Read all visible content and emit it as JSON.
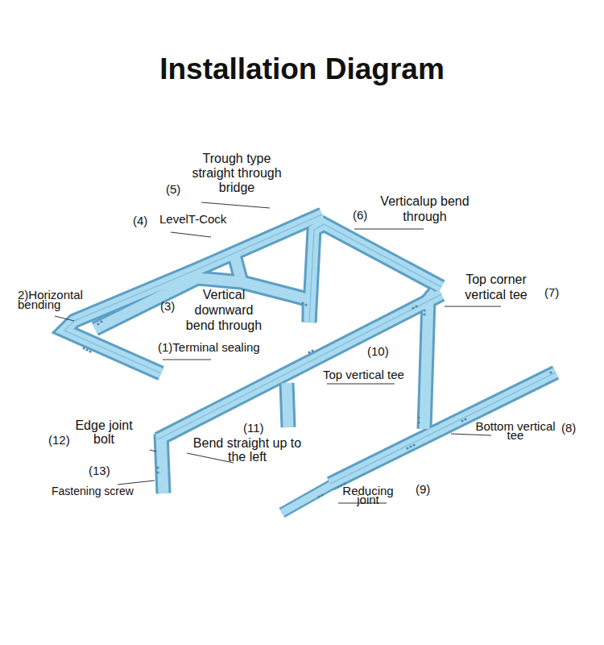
{
  "diagram": {
    "title": "Installation Diagram",
    "labels": [
      "Trough type straight through bridge",
      "(5)",
      "(4)",
      "LevelT-Cock",
      "2)Horizontal bending",
      "(3)",
      "Vertical downward bend through",
      "(1)Terminal sealing",
      "(6)",
      "Verticalup bend through",
      "Top corner vertical tee",
      "(7)",
      "(10)",
      "Top vertical tee",
      "(12)",
      "Edge joint bolt",
      "(11)",
      "Bend straight up to the left",
      "(13)",
      "Fastening screw",
      "Bottom vertical tee",
      "(8)",
      "Reducing joint",
      "(9)"
    ]
  }
}
